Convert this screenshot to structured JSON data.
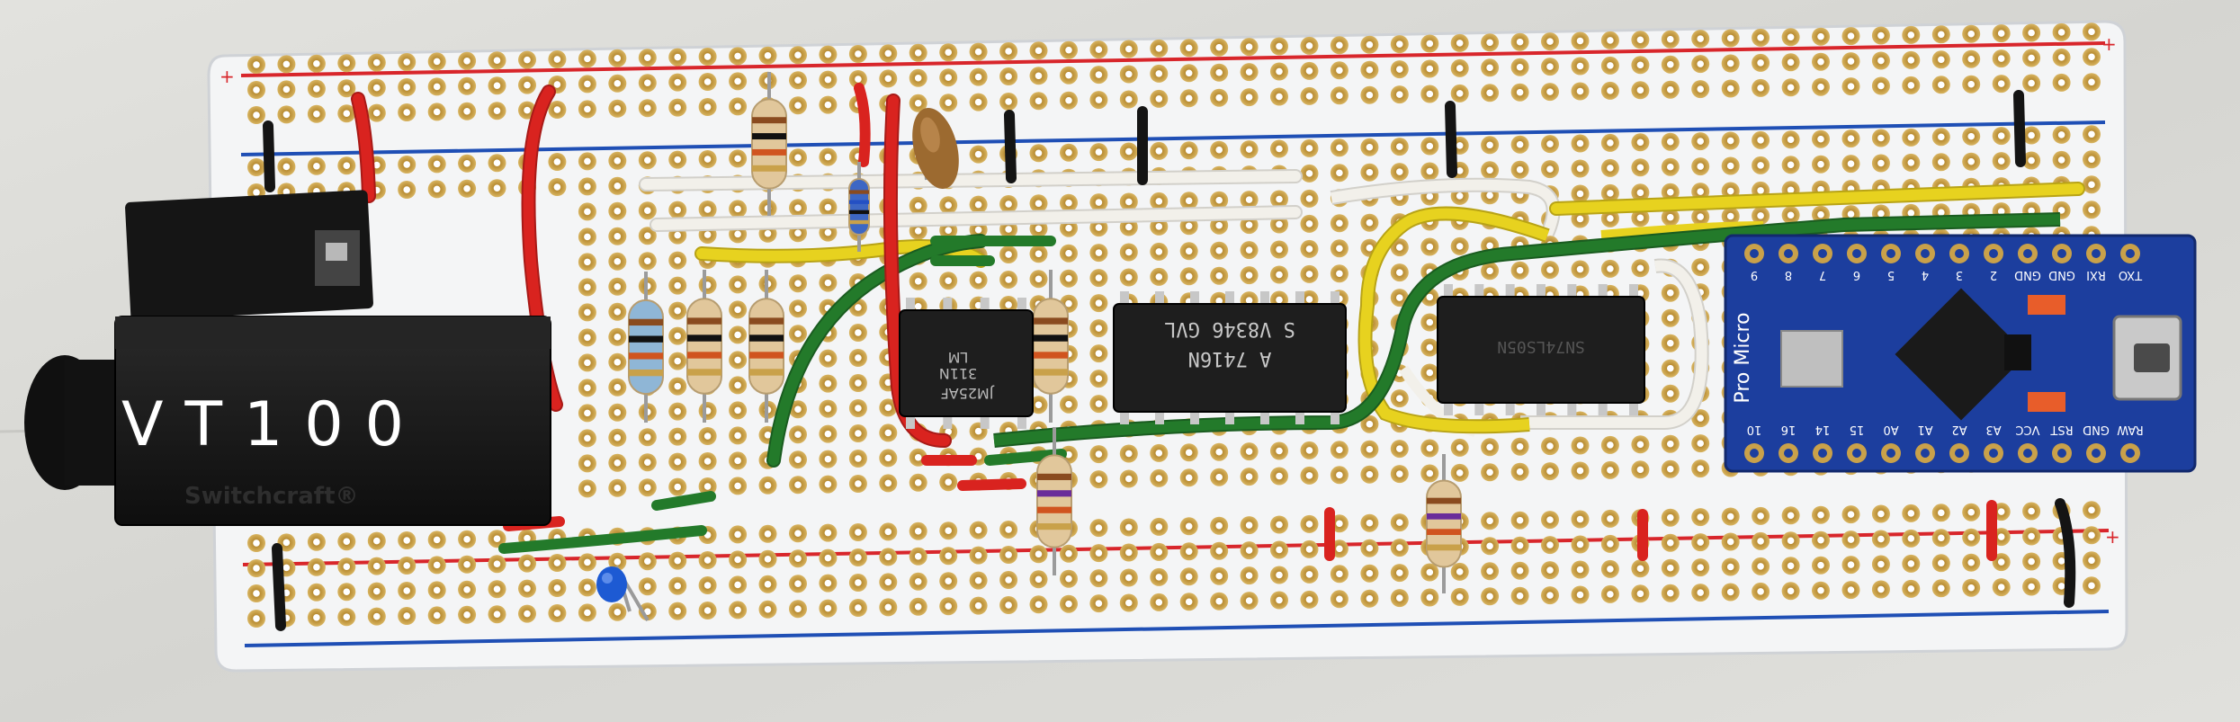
{
  "jack": {
    "label": "VT100",
    "brand": "Switchcraft®"
  },
  "chips": [
    {
      "id": "u1",
      "lines": [
        "LM",
        "311N",
        "JM25AF"
      ]
    },
    {
      "id": "u2",
      "lines": [
        "S  V8346 GVL",
        "A  7416N"
      ]
    },
    {
      "id": "u3",
      "lines": [
        "SN74LS05N"
      ]
    }
  ],
  "pro_micro": {
    "title": "Pro Micro",
    "top_pins": [
      "TXO",
      "RXI",
      "GND",
      "GND",
      "2",
      "3",
      "4",
      "5",
      "6",
      "7",
      "8",
      "9"
    ],
    "bottom_pins": [
      "RAW",
      "GND",
      "RST",
      "VCC",
      "A3",
      "A2",
      "A1",
      "A0",
      "15",
      "14",
      "16",
      "10"
    ]
  },
  "colors": {
    "board": "#f4f5f6",
    "rail_red": "#d8262b",
    "rail_blue": "#1f4fb5",
    "pad": "#c9a14a",
    "pcb_blue": "#1c3e9e",
    "chip": "#1e1e1e",
    "wire_red": "#d9231f",
    "wire_green": "#237a2a",
    "wire_yellow": "#e7d21f",
    "wire_white": "#f2f0ea",
    "wire_black": "#141414"
  }
}
